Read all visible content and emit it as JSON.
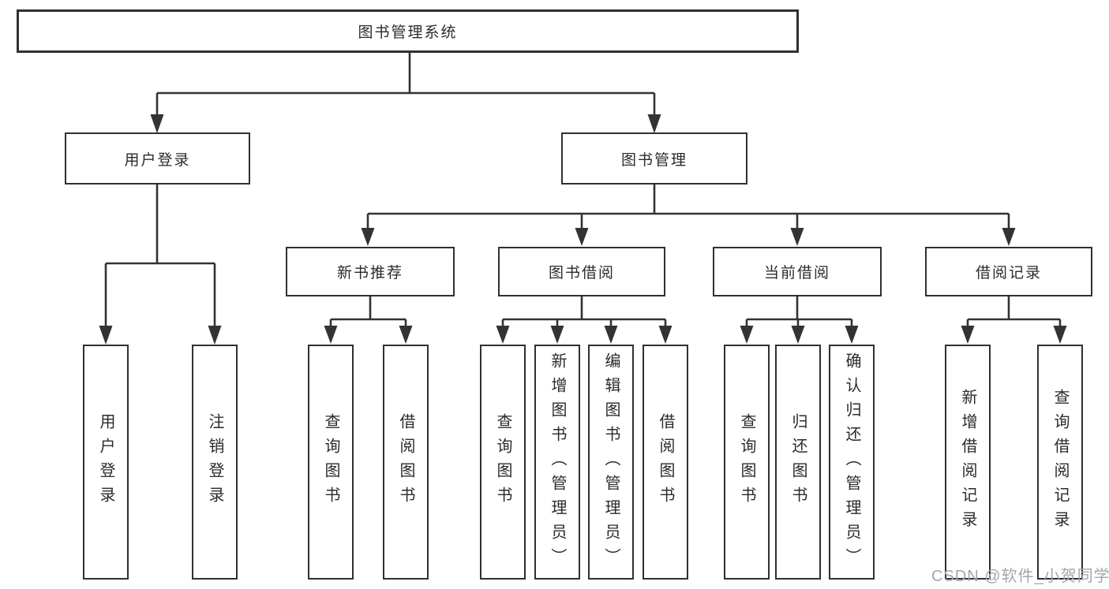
{
  "colors": {
    "bg": "#ffffff",
    "line": "#333333",
    "box-border": "#303030",
    "text": "#2b2b2b",
    "watermark": "#a3a7ab"
  },
  "watermark": "CSDN @软件_小贺同学",
  "diagram": {
    "root": "图书管理系统",
    "children": [
      {
        "label": "用户登录",
        "children": [
          {
            "label": "用户登录"
          },
          {
            "label": "注销登录"
          }
        ]
      },
      {
        "label": "图书管理",
        "children": [
          {
            "label": "新书推荐",
            "children": [
              {
                "label": "查询图书"
              },
              {
                "label": "借阅图书"
              }
            ]
          },
          {
            "label": "图书借阅",
            "children": [
              {
                "label": "查询图书"
              },
              {
                "label": "新增图书（管理员）"
              },
              {
                "label": "编辑图书（管理员）"
              },
              {
                "label": "借阅图书"
              }
            ]
          },
          {
            "label": "当前借阅",
            "children": [
              {
                "label": "查询图书"
              },
              {
                "label": "归还图书"
              },
              {
                "label": "确认归还（管理员）"
              }
            ]
          },
          {
            "label": "借阅记录",
            "children": [
              {
                "label": "新增借阅记录"
              },
              {
                "label": "查询借阅记录"
              }
            ]
          }
        ]
      }
    ]
  }
}
